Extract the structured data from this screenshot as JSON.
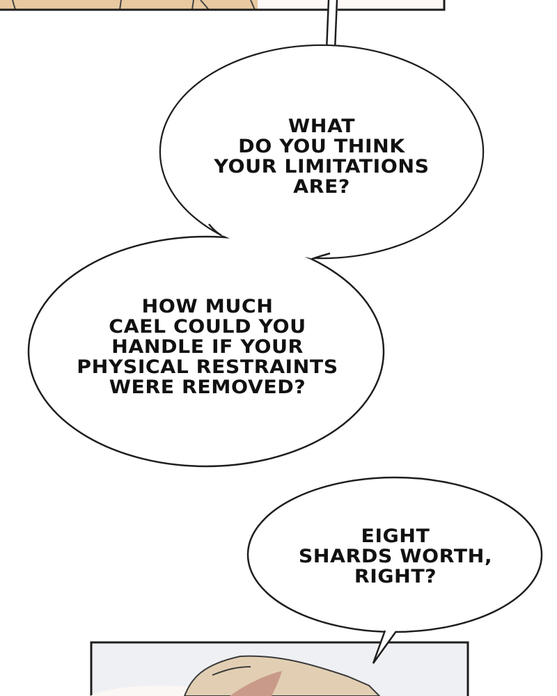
{
  "bubbles": [
    {
      "lines": [
        "WHAT",
        "DO YOU THINK",
        "YOUR LIMITATIONS",
        "ARE?"
      ]
    },
    {
      "lines": [
        "HOW MUCH",
        "CAEL COULD YOU",
        "HANDLE IF YOUR",
        "PHYSICAL RESTRAINTS",
        "WERE REMOVED?"
      ]
    },
    {
      "lines": [
        "EIGHT",
        "SHARDS WORTH,",
        "RIGHT?"
      ]
    }
  ],
  "colors": {
    "top_panel_skin": "#e8c9a0",
    "top_panel_bg": "#fdf7f5",
    "bottom_panel_bg": "#eff0f3",
    "hair": "#e2cfb3",
    "ink": "#1e1e1e"
  }
}
